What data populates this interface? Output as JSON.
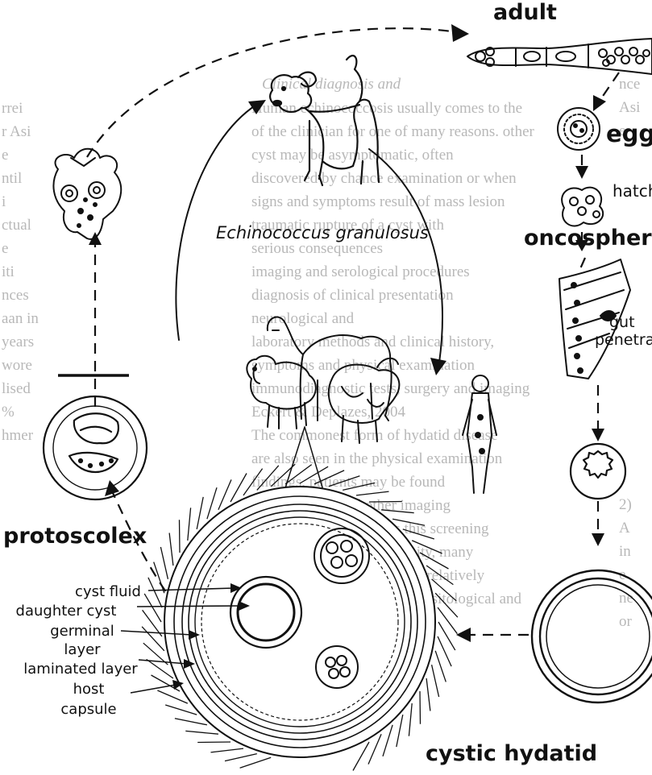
{
  "title": "Echinococcus granulosus",
  "stages": {
    "adult": "adult",
    "egg": "egg",
    "hatching": "hatchin",
    "oncosphere": "oncosphere",
    "gut_penetration": [
      "gut",
      "penetrat"
    ],
    "protoscolex": "protoscolex",
    "cystic_hydatid": "cystic hydatid"
  },
  "cyst_labels": [
    "cyst fluid",
    "daughter cyst",
    "germinal",
    "layer",
    "laminated layer",
    "host",
    "capsule"
  ],
  "hosts": [
    "dog",
    "camel",
    "sheep",
    "cattle",
    "human"
  ],
  "background_text": {
    "heading": "Clinical diagnosis and",
    "lines": [
      "Human echinococcosis usually comes to the",
      "of the clinician for one of many reasons. other",
      "cyst may be asymptomatic, often",
      "discovered by chance examination or when",
      "signs and symptoms result of mass lesion",
      "traumatic rupture of a cyst with",
      "serious consequences",
      "imaging and serological procedures",
      "diagnosis of clinical presentation",
      "neurological and",
      "laboratory methods and clinical history,",
      "symptoms and physical examination",
      "immunodiagnostic tests, surgery and imaging",
      "Eckert & Deplazes, 2004",
      "The commonest form of hydatid disease",
      "are also seen in the physical examination",
      "findings, patients may be found",
      "by ultrasound and other imaging",
      "infants. In some settings this screening",
      "for patients in the community, many",
      "cases of hydatid disease is a relatively",
      "useful for endemic areas parasitological and"
    ],
    "left_margin": [
      "rrei",
      "r Asi",
      "e",
      "ntil",
      "i",
      "ctual",
      "e",
      "iti",
      "nces",
      "aan in",
      "years",
      "wore",
      "lised",
      "%",
      "hmer"
    ],
    "right_margin": [
      "nce",
      "Asi",
      "e",
      "",
      "",
      "",
      "",
      "",
      "",
      "",
      "",
      "",
      "",
      "",
      "",
      "",
      "",
      "",
      "2)",
      "A",
      "in",
      "e",
      "ne",
      "or"
    ]
  }
}
